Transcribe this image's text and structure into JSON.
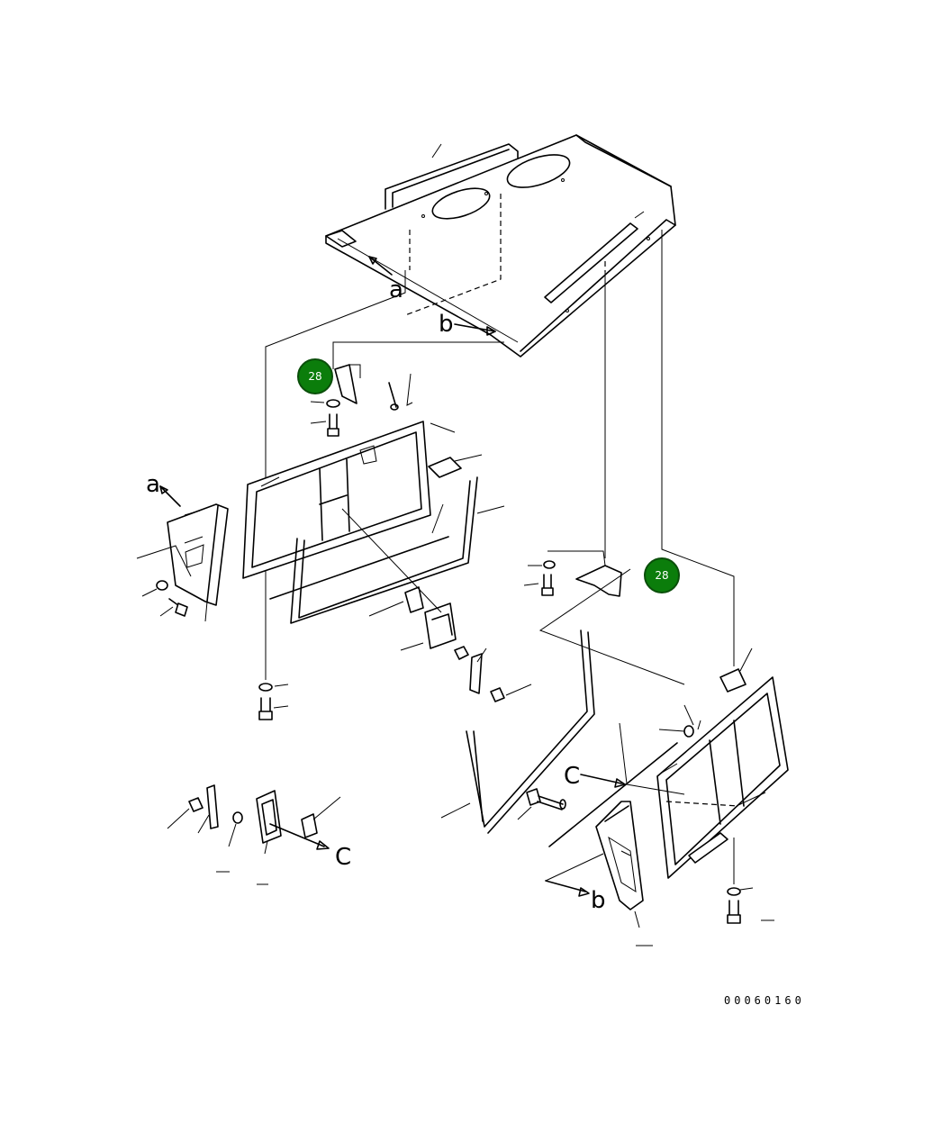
{
  "hotspots": [
    {
      "label": "28"
    },
    {
      "label": "28"
    }
  ],
  "reference_letters": {
    "a_top": "a",
    "a_left": "a",
    "b_top": "b",
    "b_bottom": "b",
    "c_left": "C",
    "c_right": "C"
  },
  "drawing_number": "00060160",
  "colors": {
    "hotspot_fill": "#0b7d0b",
    "line": "#000000"
  }
}
